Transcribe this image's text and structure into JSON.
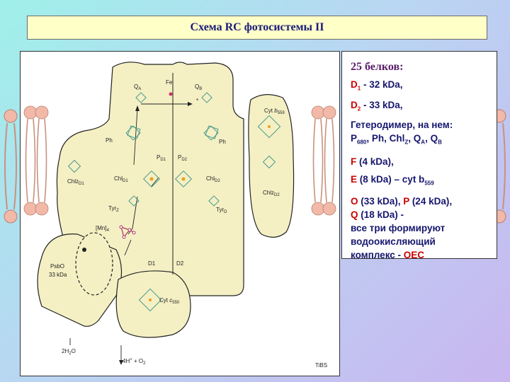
{
  "title": "Схема RC фотосистемы II",
  "diagram": {
    "labels": {
      "qa": "Q",
      "qa_sub": "A",
      "fe": "Fe",
      "qb": "Q",
      "qb_sub": "B",
      "ph_left": "Ph",
      "ph_right": "Ph",
      "pd1": "P",
      "pd1_sub": "D1",
      "pd2": "P",
      "pd2_sub": "D2",
      "chl_d1": "Chl",
      "chl_d1_sub": "D1",
      "chl_d2": "Chl",
      "chl_d2_sub": "D2",
      "chlz_d1": "Chlz",
      "chlz_d1_sub": "D1",
      "chlz_d2": "Chlz",
      "chlz_d2_sub": "D2",
      "tyr_z": "Tyr",
      "tyr_z_sub": "Z",
      "tyr_d": "Tyr",
      "tyr_d_sub": "D",
      "mn": "[Mn]",
      "mn_sub": "4",
      "cyt_b": "Cyt ",
      "cyt_b_italic": "b",
      "cyt_b_sub": "559",
      "psbo": "PsbO",
      "psbo_kda": "33 kDa",
      "d1": "D1",
      "d2": "D2",
      "cyt_c": "Cyt ",
      "cyt_c_italic": "c",
      "cyt_c_sub": "550",
      "water": "2H",
      "water_sub": "2",
      "water_end": "O",
      "protons": "4H",
      "protons_sup": "+",
      "protons_mid": " + O",
      "protons_sub": "2",
      "star": "*",
      "tibs": "TiBS"
    }
  },
  "panel": {
    "heading": "25 белков:",
    "d1_name": "D",
    "d1_sub": "1",
    "d1_rest": " - 32 kDa,",
    "d2_name": "D",
    "d2_sub": "2",
    "d2_rest": " - 33 kDa,",
    "hetero_line": "Гетеродимер, на нем:",
    "p680": "P",
    "p680_sub": "680",
    "p680_rest": ", Ph, Chl",
    "chlz_sub": "Z",
    "qa_text": ", Q",
    "qa_sub": "A",
    "qb_text": ", Q",
    "qb_sub": "B",
    "f_name": "F",
    "f_rest": " (4 kDa),",
    "e_name": "E",
    "e_mid": " (8 kDa) – ",
    "cyt_text": "cyt b",
    "cyt_sub": "559",
    "o_name": "O",
    "o_rest": " (33 kDa), ",
    "p_name": "P",
    "p_rest": " (24 kDa),",
    "q_name": "Q",
    "q_rest": " (18 kDa) -",
    "line_all": "все три формируют",
    "line_water": "водоокисляющий",
    "line_complex": "комплекс - ",
    "oec": "OEC"
  },
  "colors": {
    "protein_fill": "#f4f0c4",
    "membrane_pink": "#f2b9a8",
    "title_bg": "#ffffc8",
    "text_navy": "#16166e",
    "text_red": "#cc0000",
    "pigment_green": "#4a9a8a"
  }
}
